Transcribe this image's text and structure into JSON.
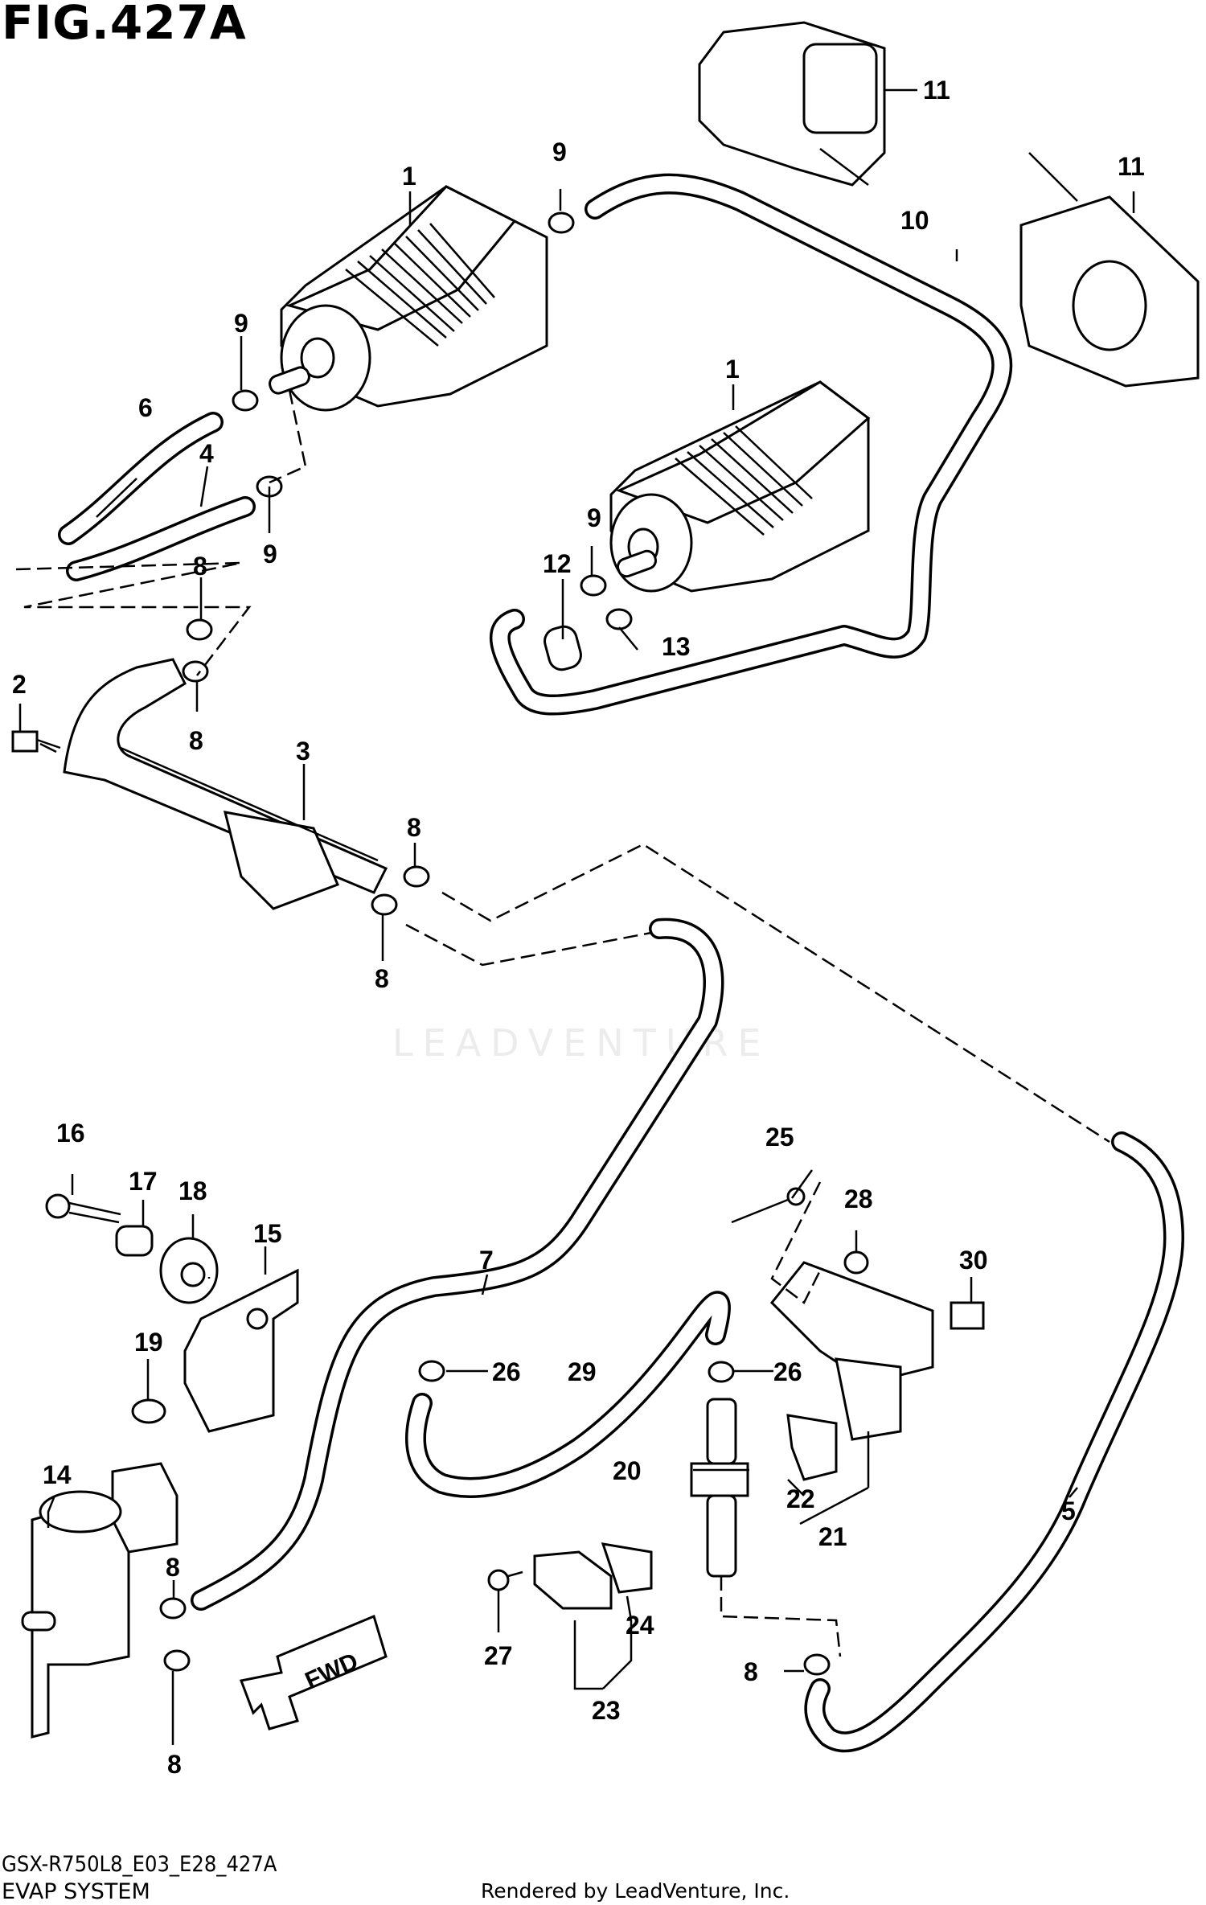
{
  "header": {
    "figure": "FIG.427A"
  },
  "footer": {
    "model_code": "GSX-R750L8_E03_E28_427A",
    "section_name": "EVAP SYSTEM",
    "credit": "Rendered by LeadVenture, Inc."
  },
  "watermark": "LEADVENTURE",
  "fwd_label": "FWD",
  "callouts": [
    {
      "id": "c1a",
      "text": "1"
    },
    {
      "id": "c1b",
      "text": "1"
    },
    {
      "id": "c2",
      "text": "2"
    },
    {
      "id": "c3",
      "text": "3"
    },
    {
      "id": "c4",
      "text": "4"
    },
    {
      "id": "c5",
      "text": "5"
    },
    {
      "id": "c6",
      "text": "6"
    },
    {
      "id": "c7",
      "text": "7"
    },
    {
      "id": "c8a",
      "text": "8"
    },
    {
      "id": "c8b",
      "text": "8"
    },
    {
      "id": "c8c",
      "text": "8"
    },
    {
      "id": "c8d",
      "text": "8"
    },
    {
      "id": "c8e",
      "text": "8"
    },
    {
      "id": "c8f",
      "text": "8"
    },
    {
      "id": "c8g",
      "text": "8"
    },
    {
      "id": "c9a",
      "text": "9"
    },
    {
      "id": "c9b",
      "text": "9"
    },
    {
      "id": "c9c",
      "text": "9"
    },
    {
      "id": "c9d",
      "text": "9"
    },
    {
      "id": "c10",
      "text": "10"
    },
    {
      "id": "c11a",
      "text": "11"
    },
    {
      "id": "c11b",
      "text": "11"
    },
    {
      "id": "c12",
      "text": "12"
    },
    {
      "id": "c13",
      "text": "13"
    },
    {
      "id": "c14",
      "text": "14"
    },
    {
      "id": "c15",
      "text": "15"
    },
    {
      "id": "c16",
      "text": "16"
    },
    {
      "id": "c17",
      "text": "17"
    },
    {
      "id": "c18",
      "text": "18"
    },
    {
      "id": "c19",
      "text": "19"
    },
    {
      "id": "c20",
      "text": "20"
    },
    {
      "id": "c21",
      "text": "21"
    },
    {
      "id": "c22",
      "text": "22"
    },
    {
      "id": "c23",
      "text": "23"
    },
    {
      "id": "c24",
      "text": "24"
    },
    {
      "id": "c25",
      "text": "25"
    },
    {
      "id": "c26a",
      "text": "26"
    },
    {
      "id": "c26b",
      "text": "26"
    },
    {
      "id": "c27",
      "text": "27"
    },
    {
      "id": "c28",
      "text": "28"
    },
    {
      "id": "c29",
      "text": "29"
    },
    {
      "id": "c30",
      "text": "30"
    }
  ]
}
